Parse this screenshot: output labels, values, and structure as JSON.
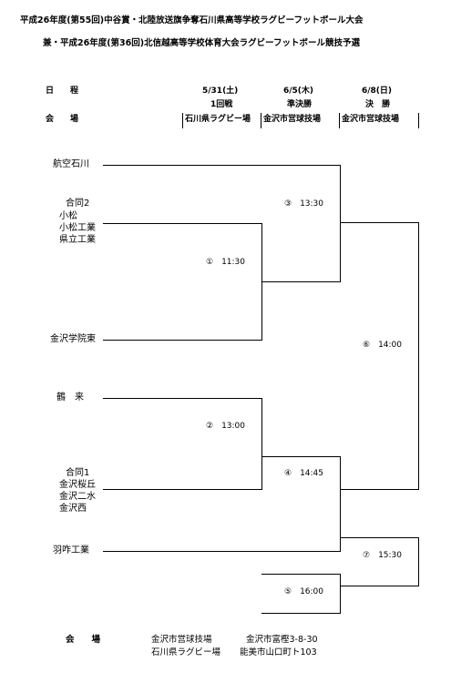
{
  "title": {
    "line1": "平成26年度(第55回)中谷賞・北陸放送旗争奪石川県高等学校ラグビーフットボール大会",
    "line2": "兼・平成26年度(第36回)北信越高等学校体育大会ラグビーフットボール競技予選"
  },
  "schedule": {
    "date_label": "日　　程",
    "venue_label": "会　　場",
    "columns": [
      {
        "date": "5/31(土)",
        "round": "1回戦",
        "venue": "石川県ラグビー場"
      },
      {
        "date": "6/5(木)",
        "round": "準決勝",
        "venue": "金沢市営球技場"
      },
      {
        "date": "6/8(日)",
        "round": "決　勝",
        "venue": "金沢市営球技場"
      }
    ]
  },
  "teams": {
    "t1": "航空石川",
    "t2": [
      "合同2",
      "小松",
      "小松工業",
      "県立工業"
    ],
    "t3": "金沢学院東",
    "t4": "鶴　来",
    "t5": [
      "合同1",
      "金沢桜丘",
      "金沢二水",
      "金沢西"
    ],
    "t6": "羽咋工業"
  },
  "matches": {
    "m1": "①　11:30",
    "m2": "②　13:00",
    "m3": "③　13:30",
    "m4": "④　14:45",
    "m5": "⑤　16:00",
    "m6": "⑥　14:00",
    "m7": "⑦　15:30"
  },
  "footer": {
    "label": "会　　場",
    "venues": [
      {
        "name": "金沢市営球技場",
        "address": "金沢市富樫3-8-30"
      },
      {
        "name": "石川県ラグビー場",
        "address": "能美市山口町ト103"
      }
    ]
  }
}
